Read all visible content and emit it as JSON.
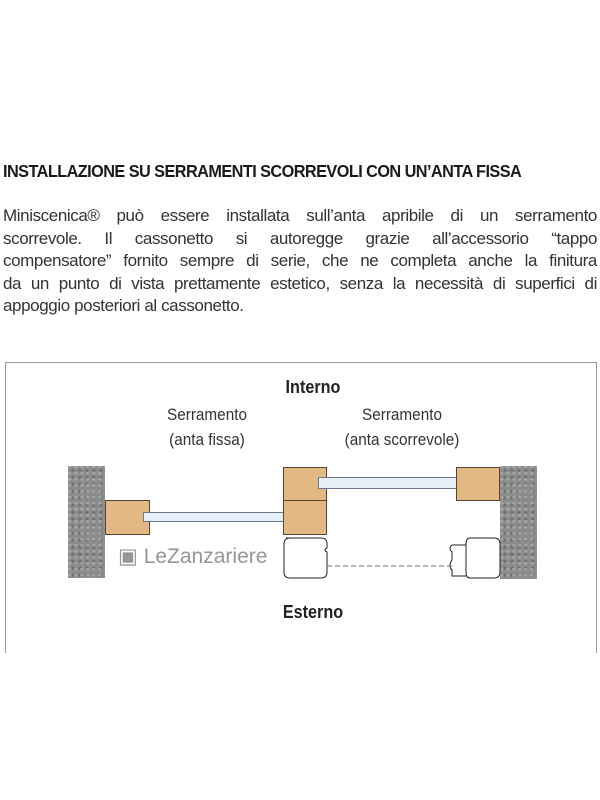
{
  "title": "INSTALLAZIONE SU SERRAMENTI SCORREVOLI CON UN’ANTA FISSA",
  "paragraph_lines": [
    "Miniscenica® può essere installata sull’anta apribile di un serramento",
    "scorrevole. Il cassonetto si autoregge grazie all’accessorio “tappo",
    "compensatore” fornito sempre di serie, che ne completa anche la finitura",
    "da un punto di vista prettamente estetico, senza la necessità di superfici di",
    "appoggio posteriori al cassonetto."
  ],
  "diagram": {
    "interno": "Interno",
    "esterno": "Esterno",
    "left_label_1": "Serramento",
    "left_label_2": "(anta fissa)",
    "right_label_1": "Serramento",
    "right_label_2": "(anta scorrevole)",
    "watermark": "LeZanzariere"
  }
}
